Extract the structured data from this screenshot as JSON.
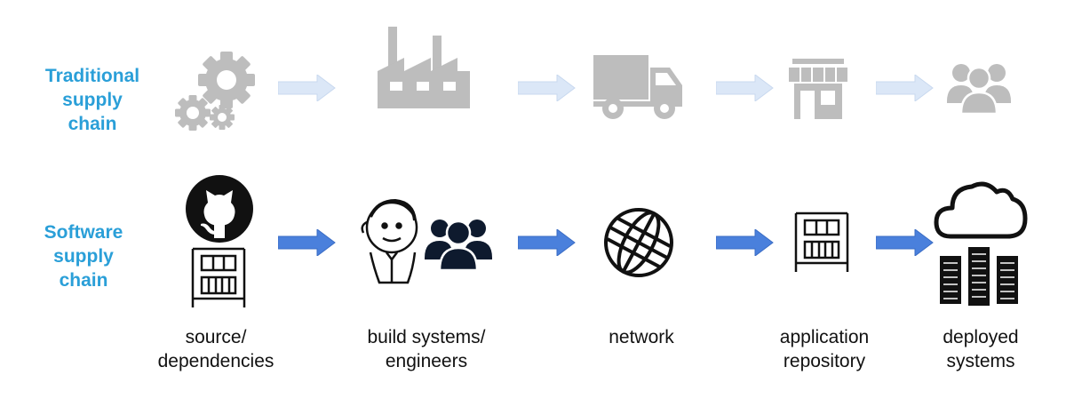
{
  "rows": {
    "traditional": {
      "label_lines": [
        "Traditional",
        "supply",
        "chain"
      ],
      "icons": [
        "gears-icon",
        "factory-icon",
        "truck-icon",
        "store-icon",
        "customers-icon"
      ],
      "color": "#bdbdbd",
      "arrow_color": "#dbe7f7"
    },
    "software": {
      "label_lines": [
        "Software",
        "supply",
        "chain"
      ],
      "icons": [
        "github-icon",
        "package-crate-icon",
        "jenkins-butler-icon",
        "engineers-icon",
        "globe-icon",
        "package-crate-icon",
        "cloud-icon",
        "server-rack-icon"
      ],
      "color": "#111111",
      "arrow_color": "#4a80dc"
    }
  },
  "captions": [
    {
      "lines": [
        "source/",
        "dependencies"
      ]
    },
    {
      "lines": [
        "build systems/",
        "engineers"
      ]
    },
    {
      "lines": [
        "network"
      ]
    },
    {
      "lines": [
        "application",
        "repository"
      ]
    },
    {
      "lines": [
        "deployed",
        "systems"
      ]
    }
  ],
  "colors": {
    "label_blue": "#2a9fd8",
    "traditional_gray": "#bdbdbd",
    "software_black": "#111111",
    "arrow_light": "#dbe7f7",
    "arrow_blue": "#4a80dc"
  }
}
